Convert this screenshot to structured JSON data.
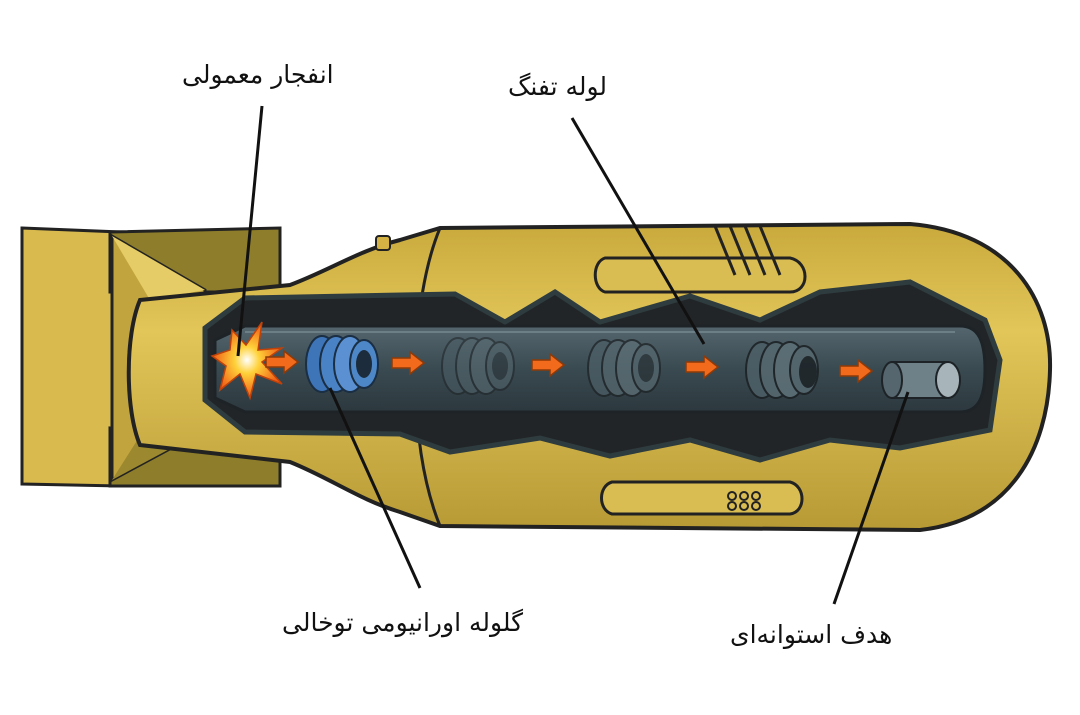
{
  "labels": {
    "conventional_explosive": "انفجار معمولی",
    "gun_barrel": "لوله تفنگ",
    "uranium_bullet": "گلوله اورانیومی توخالی",
    "cylindrical_target": "هدف استوانه‌ای"
  },
  "colors": {
    "casing": "#D4B344",
    "casing_dark": "#9E8A2E",
    "cavity": "#25282A",
    "barrel": "#3F4E55",
    "projectile": "#4A7FC0",
    "arrow": "#F26A1B"
  }
}
